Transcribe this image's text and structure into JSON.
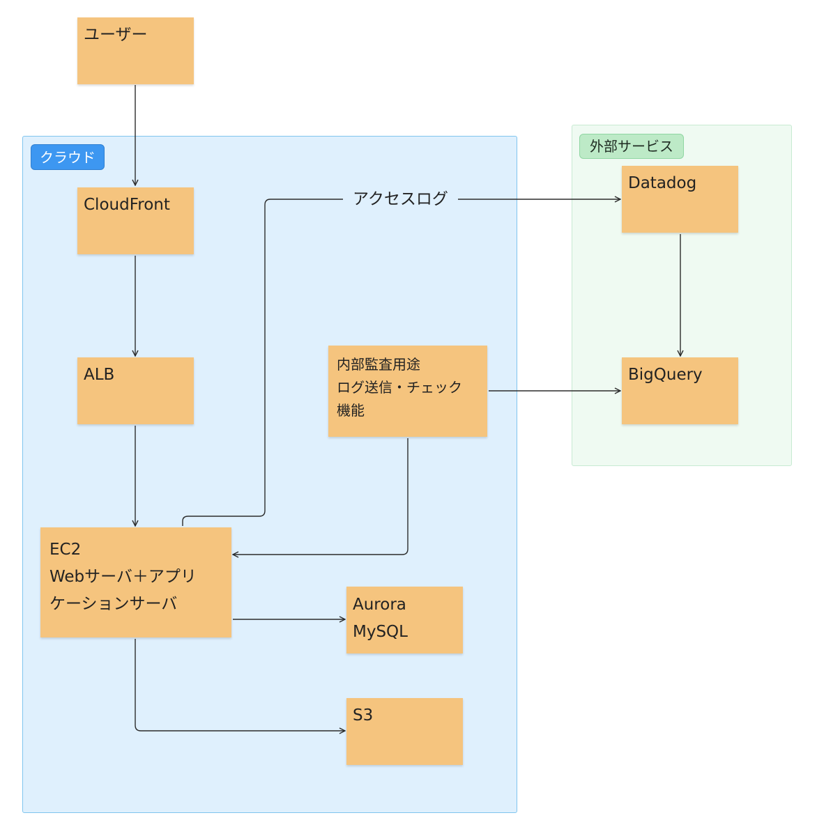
{
  "groups": {
    "cloud": "クラウド",
    "external": "外部サービス"
  },
  "nodes": {
    "user": [
      "ユーザー"
    ],
    "cloudfront": [
      "CloudFront"
    ],
    "alb": [
      "ALB"
    ],
    "ec2": [
      "EC2",
      "Webサーバ＋アプリ",
      "ケーションサーバ"
    ],
    "audit": [
      "内部監査用途",
      "ログ送信・チェック",
      "機能"
    ],
    "aurora": [
      "Aurora",
      "MySQL"
    ],
    "s3": [
      "S3"
    ],
    "datadog": [
      "Datadog"
    ],
    "bigquery": [
      "BigQuery"
    ]
  },
  "edges": {
    "access_log_label": "アクセスログ"
  },
  "colors": {
    "cloud_bg": "#dff0fd",
    "external_bg": "#effaf2",
    "node_fill": "#f5c47e",
    "cloud_tag": "#3d97f1",
    "external_tag": "#bdeac7",
    "edge": "#2b2b2b"
  }
}
